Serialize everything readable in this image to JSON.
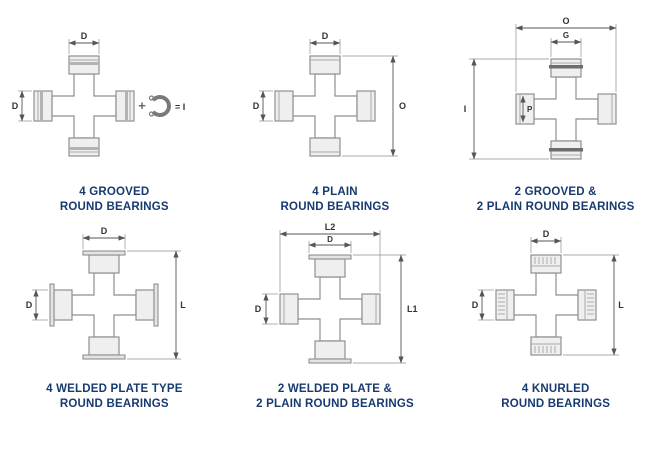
{
  "colors": {
    "caption": "#173a70",
    "drawing_line": "#8f8f8f",
    "dimension_line": "#555555"
  },
  "figures": [
    {
      "id": "4-grooved",
      "caption1": "4 GROOVED",
      "caption2": "ROUND BEARINGS",
      "labels": {
        "top": "D",
        "left": "D",
        "plus": "+",
        "ring_equals": "= I"
      }
    },
    {
      "id": "4-plain",
      "caption1": "4 PLAIN",
      "caption2": "ROUND BEARINGS",
      "labels": {
        "top": "D",
        "left": "D",
        "right": "O"
      }
    },
    {
      "id": "2-grooved-2-plain",
      "caption1": "2 GROOVED &",
      "caption2": "2 PLAIN ROUND BEARINGS",
      "labels": {
        "outer_top": "O",
        "inner_top": "G",
        "left": "I",
        "inner_left": "P"
      }
    },
    {
      "id": "4-welded-plate",
      "caption1": "4 WELDED PLATE TYPE",
      "caption2": "ROUND BEARINGS",
      "labels": {
        "top": "D",
        "left": "D",
        "right": "L"
      }
    },
    {
      "id": "2-welded-2-plain",
      "caption1": "2 WELDED PLATE &",
      "caption2": "2 PLAIN ROUND BEARINGS",
      "labels": {
        "outer_top": "L2",
        "inner_top": "D",
        "left": "D",
        "right": "L1"
      }
    },
    {
      "id": "4-knurled",
      "caption1": "4 KNURLED",
      "caption2": "ROUND BEARINGS",
      "labels": {
        "top": "D",
        "left": "D",
        "right": "L"
      }
    }
  ]
}
